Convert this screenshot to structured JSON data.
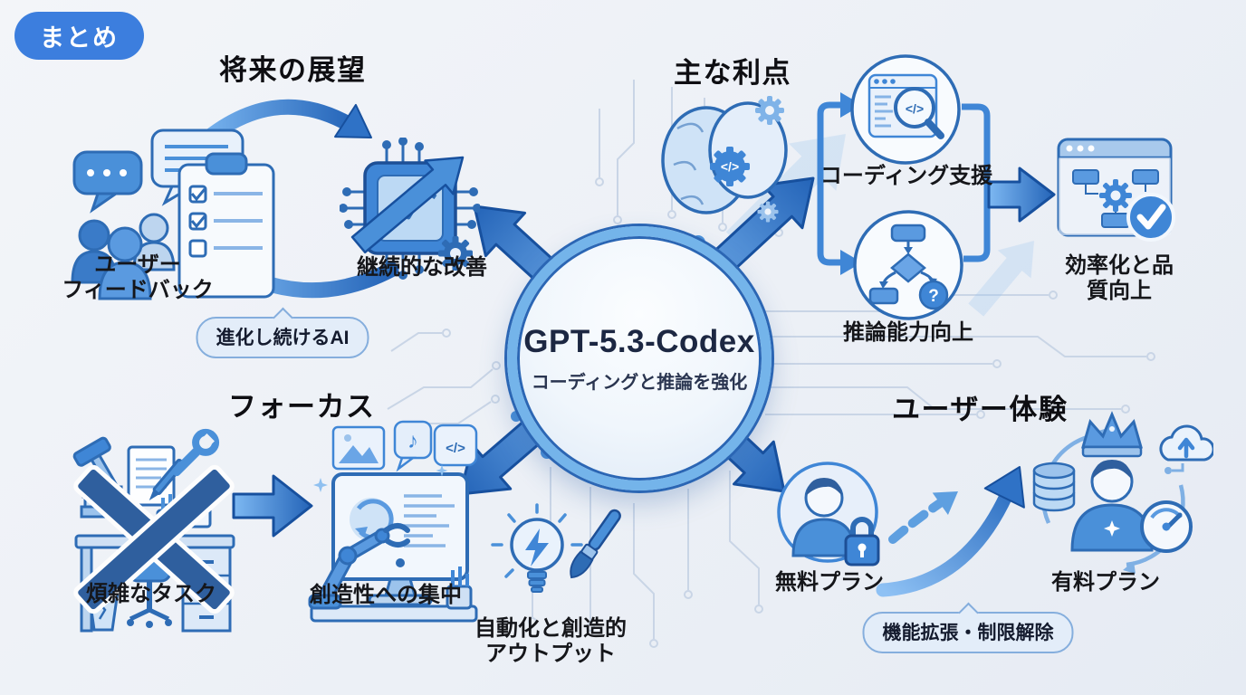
{
  "badge": {
    "label": "まとめ"
  },
  "center": {
    "title": "GPT-5.3-Codex",
    "subtitle": "コーディングと推論を強化"
  },
  "sections": {
    "future": {
      "heading": "将来の展望",
      "user_feedback_label": "ユーザー\nフィードバック",
      "improvement_label": "継続的な改善",
      "callout": "進化し続けるAI"
    },
    "benefits": {
      "heading": "主な利点",
      "coding_label": "コーディング支援",
      "reasoning_label": "推論能力向上",
      "efficiency_label": "効率化と品質向上"
    },
    "focus": {
      "heading": "フォーカス",
      "tasks_label": "煩雑なタスク",
      "creativity_label": "創造性への集中"
    },
    "experience": {
      "heading": "ユーザー体験",
      "free_label": "無料プラン",
      "paid_label": "有料プラン",
      "callout": "機能拡張・制限解除"
    },
    "output": {
      "label": "自動化と創造的\nアウトプット"
    }
  },
  "icons": {
    "user_feedback": "people-speech-bubbles-clipboard",
    "improvement": "chip-trend-gear",
    "benefits_head": "brain-gears",
    "coding": "browser-magnifier-code",
    "reasoning": "flowchart-question",
    "efficiency": "window-gear-checkmark",
    "tasks": "cluttered-desk-crossed-out",
    "creativity": "robot-arm-monitor",
    "output": "lightbulb-bolt-paintbrush",
    "free_plan": "user-padlock",
    "paid_plan": "user-crown-database-cloud-speedometer"
  },
  "colors": {
    "background": "#eef1f6",
    "badge_bg": "#3c7ede",
    "accent_blue": "#3f86d6",
    "arrow_dark": "#17509e",
    "arrow_light": "#7db8f2",
    "callout_bg": "#e3edf9",
    "callout_border": "#85aedd",
    "text": "#15161a"
  }
}
